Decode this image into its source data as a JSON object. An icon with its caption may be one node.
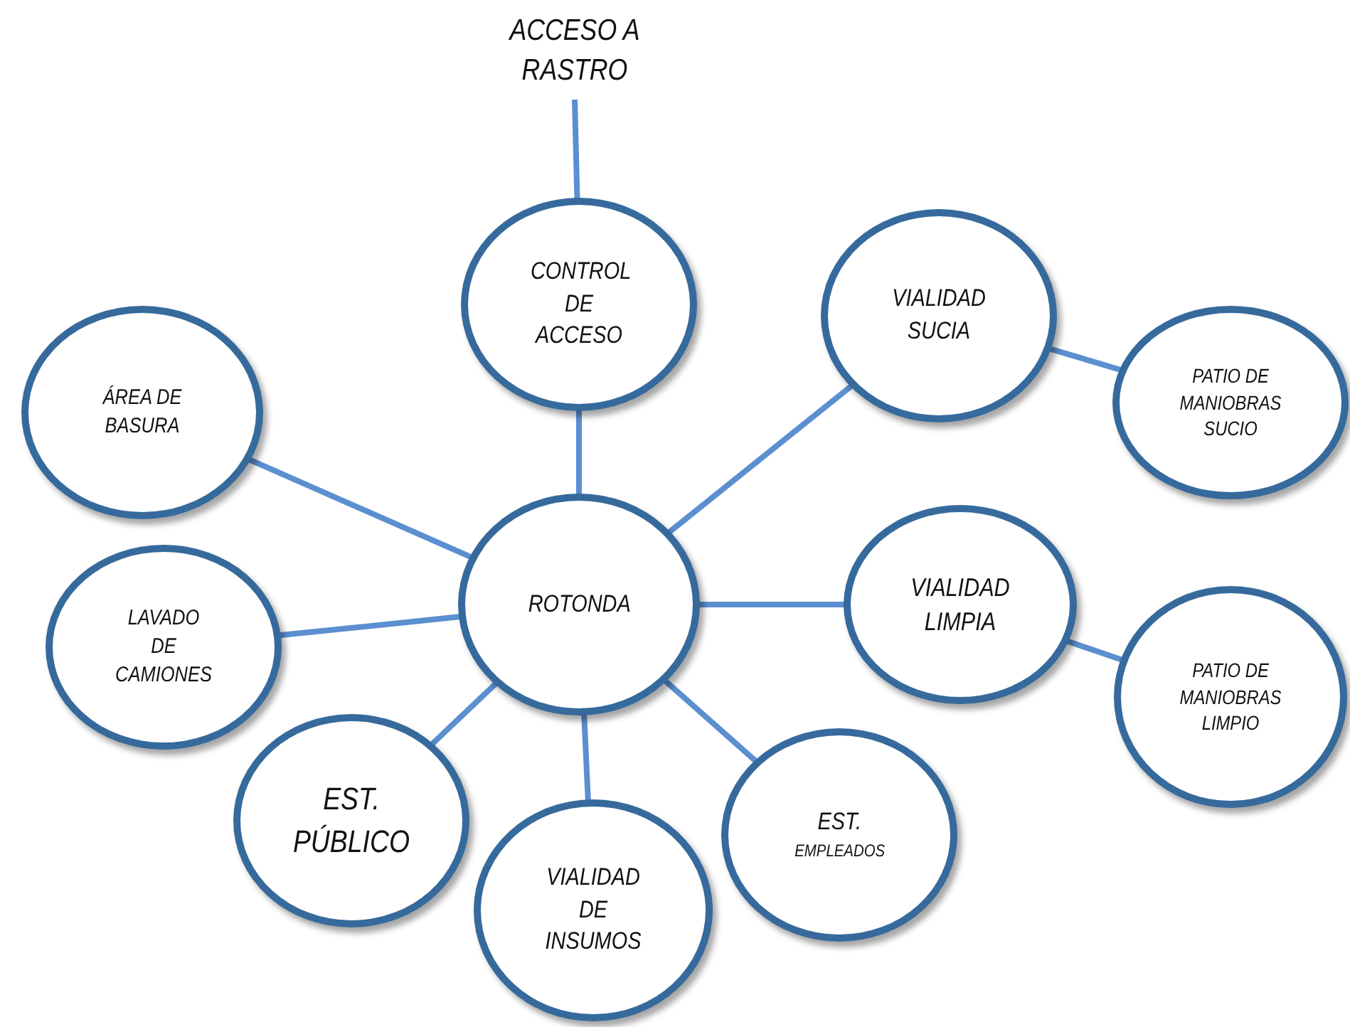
{
  "diagram": {
    "nodes": [
      {
        "text": [
          "ACCESO A RASTRO"
        ]
      },
      {
        "text": [
          "CONTROL DE ACCESO"
        ]
      },
      {
        "text": [
          "VIALIDAD SUCIA"
        ]
      },
      {
        "text": [
          "PATIO DE MANIOBRAS SUCIO"
        ]
      },
      {
        "text": [
          "ÁREA DE BASURA"
        ]
      },
      {
        "text": [
          "ROTONDA"
        ]
      },
      {
        "text": [
          "VIALIDAD LIMPIA"
        ]
      },
      {
        "text": [
          "PATIO DE MANIOBRAS LIMPIO"
        ]
      },
      {
        "text": [
          "LAVADO DE CAMIONES"
        ]
      },
      {
        "text": [
          "EST. PÚBLICO"
        ]
      },
      {
        "text": [
          "EST.",
          "EMPLEADOS"
        ]
      },
      {
        "text": [
          "VIALIDAD DE INSUMOS"
        ]
      }
    ],
    "edges": [
      {
        "from": 0,
        "to": 1,
        "arrow": "none"
      },
      {
        "from": 1,
        "to": 5,
        "arrow": "none"
      },
      {
        "from": 5,
        "to": 2,
        "arrow": "none"
      },
      {
        "from": 2,
        "to": 3,
        "arrow": "none"
      },
      {
        "from": 4,
        "to": 5,
        "arrow": "none"
      },
      {
        "from": 5,
        "to": 6,
        "arrow": "none"
      },
      {
        "from": 6,
        "to": 7,
        "arrow": "none"
      },
      {
        "from": 8,
        "to": 5,
        "arrow": "none"
      },
      {
        "from": 9,
        "to": 5,
        "arrow": "none"
      },
      {
        "from": 11,
        "to": 5,
        "arrow": "none"
      },
      {
        "from": 10,
        "to": 5,
        "arrow": "none"
      }
    ]
  }
}
